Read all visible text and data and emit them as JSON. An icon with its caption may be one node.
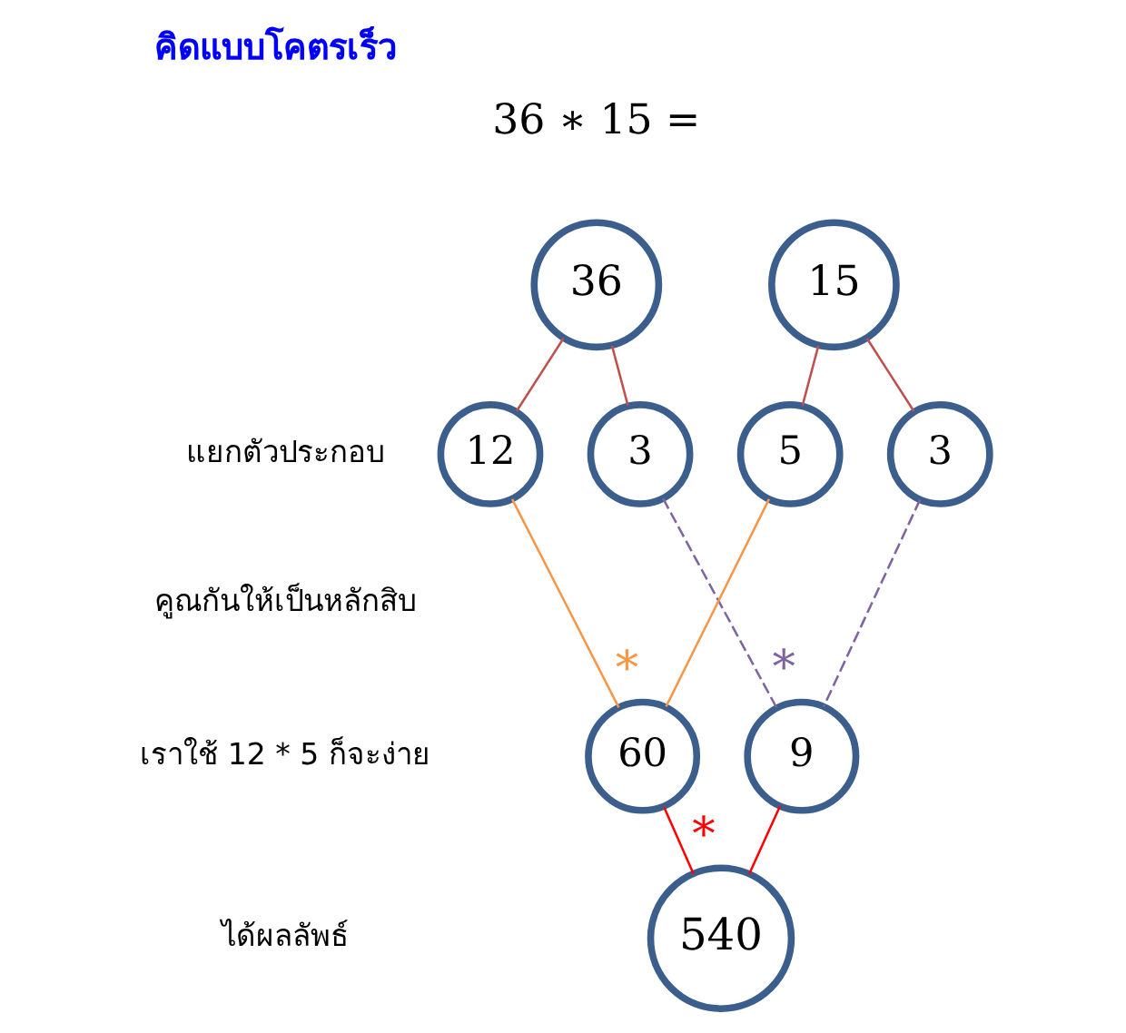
{
  "diagram": {
    "title": "คิดแบบโคตรเร็ว",
    "nodes": [
      {
        "text": [
          "36"
        ]
      },
      {
        "text": [
          "15"
        ]
      },
      {
        "text": [
          "12"
        ]
      },
      {
        "text": [
          "3"
        ]
      },
      {
        "text": [
          "5"
        ]
      },
      {
        "text": [
          "3"
        ]
      },
      {
        "text": [
          "60"
        ]
      },
      {
        "text": [
          "9"
        ]
      },
      {
        "text": [
          "540"
        ]
      }
    ],
    "edges": [
      {
        "from": 0,
        "to": 2,
        "arrow": "none"
      },
      {
        "from": 0,
        "to": 3,
        "arrow": "none"
      },
      {
        "from": 1,
        "to": 4,
        "arrow": "none"
      },
      {
        "from": 1,
        "to": 5,
        "arrow": "none"
      },
      {
        "from": 2,
        "to": 6,
        "arrow": "none",
        "label": "*",
        "color": "#f79646"
      },
      {
        "from": 4,
        "to": 6,
        "arrow": "none",
        "color": "#f79646"
      },
      {
        "from": 3,
        "to": 7,
        "arrow": "none",
        "label": "*",
        "style": "dashed",
        "color": "#8064a2"
      },
      {
        "from": 5,
        "to": 7,
        "arrow": "none",
        "style": "dashed",
        "color": "#8064a2"
      },
      {
        "from": 6,
        "to": 8,
        "arrow": "none",
        "label": "*",
        "color": "#ff0000"
      },
      {
        "from": 7,
        "to": 8,
        "arrow": "none",
        "color": "#ff0000"
      }
    ],
    "labels": [
      "36 ∗ 15 =",
      "แยกตัวประกอบ",
      "คูณกันให้เป็นหลักสิบ",
      "เราใช้ 12 * 5 ก็จะง่าย",
      "ได้ผลลัพธ์"
    ]
  }
}
